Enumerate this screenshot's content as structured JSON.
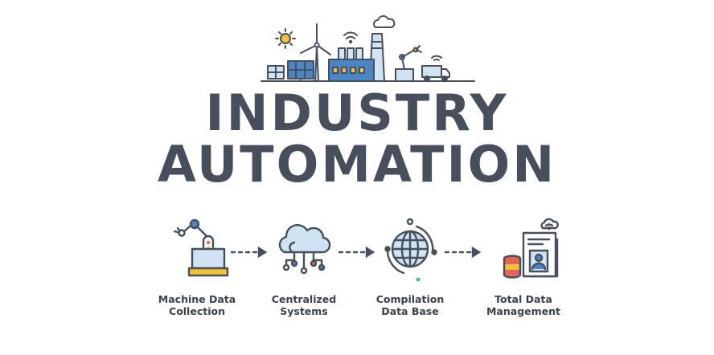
{
  "title": {
    "line1": "INDUSTRY",
    "line2": "AUTOMATION"
  },
  "colors": {
    "dark": "#474f5c",
    "blue": "#4a86c5",
    "light_blue": "#cfe3f3",
    "yellow": "#f4c232",
    "red": "#e46459",
    "teal": "#2dbcc0"
  },
  "hero_icons": [
    "sun-icon",
    "solar-panels-icon",
    "wind-turbine-icon",
    "wifi-icon",
    "factory-icon",
    "cloud-icon",
    "robot-arm-icon",
    "truck-icon"
  ],
  "steps": [
    {
      "line1": "Machine Data",
      "line2": "Collection",
      "icon": "robot-arm-icon"
    },
    {
      "line1": "Centralized",
      "line2": "Systems",
      "icon": "cloud-network-icon"
    },
    {
      "line1": "Compilation",
      "line2": "Data Base",
      "icon": "globe-icon"
    },
    {
      "line1": "Total Data",
      "line2": "Management",
      "icon": "data-document-icon"
    }
  ]
}
